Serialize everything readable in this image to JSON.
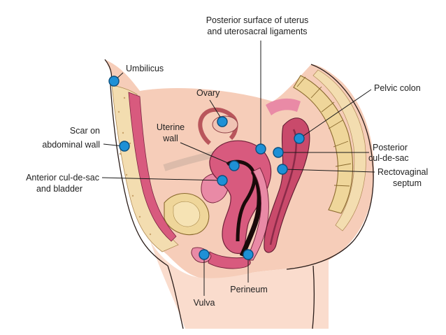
{
  "labels": {
    "umbilicus": "Umbilicus",
    "posterior_surface_line1": "Posterior surface of uterus",
    "posterior_surface_line2": "and uterosacral ligaments",
    "ovary": "Ovary",
    "pelvic_colon": "Pelvic colon",
    "uterine_wall_line1": "Uterine",
    "uterine_wall_line2": "wall",
    "scar_line1": "Scar on",
    "scar_line2": "abdominal wall",
    "posterior_culdesac_line1": "Posterior",
    "posterior_culdesac_line2": "cul-de-sac",
    "rectovaginal_line1": "Rectovaginal",
    "rectovaginal_line2": "septum",
    "anterior_culdesac_line1": "Anterior cul-de-sac",
    "anterior_culdesac_line2": "and bladder",
    "perineum": "Perineum",
    "vulva": "Vulva"
  },
  "colors": {
    "skin": "#f6cdb9",
    "skin_light": "#fadccd",
    "muscle": "#d85a7e",
    "muscle_light": "#e98aa6",
    "fat": "#f3ddb0",
    "bone": "#efd69a",
    "rectum": "#c94a6b",
    "cavity": "#1a0a0a",
    "marker": "#1e90d6",
    "marker_ring": "#0b4f7e"
  }
}
